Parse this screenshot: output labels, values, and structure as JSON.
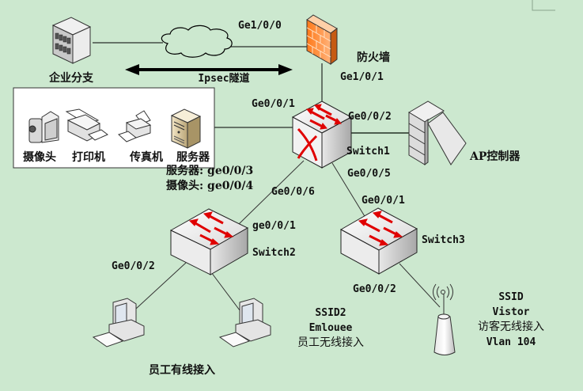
{
  "diagram": {
    "nodes": {
      "branch": {
        "label": "企业分支"
      },
      "firewall": {
        "label": "防火墙"
      },
      "switch1": {
        "label": "Switch1"
      },
      "switch2": {
        "label": "Switch2"
      },
      "switch3": {
        "label": "Switch3"
      },
      "ap_controller": {
        "label": "AP控制器"
      },
      "camera": {
        "label": "摄像头"
      },
      "printer": {
        "label": "打印机"
      },
      "fax": {
        "label": "传真机"
      },
      "server": {
        "label": "服务器"
      },
      "wired_access": {
        "label": "员工有线接入"
      }
    },
    "tunnel_label": "Ipsec隧道",
    "ports": {
      "fw_ge100": "Ge1/0/0",
      "fw_ge101": "Ge1/0/1",
      "sw1_ge001": "Ge0/0/1",
      "sw1_ge002": "Ge0/0/2",
      "sw1_ge005": "Ge0/0/5",
      "sw1_ge006": "Ge0/0/6",
      "sw2_ge001": "ge0/0/1",
      "sw2_ge002": "Ge0/0/2",
      "sw3_ge001": "Ge0/0/1",
      "sw3_ge002": "Ge0/0/2"
    },
    "server_port_note": "服务器: ge0/0/3",
    "camera_port_note": "摄像头: ge0/0/4",
    "employee_wireless": [
      "SSID2",
      "Emlouee",
      "员工无线接入"
    ],
    "visitor_wireless": [
      "SSID",
      "Vistor",
      "访客无线接入",
      "Vlan 104"
    ]
  }
}
